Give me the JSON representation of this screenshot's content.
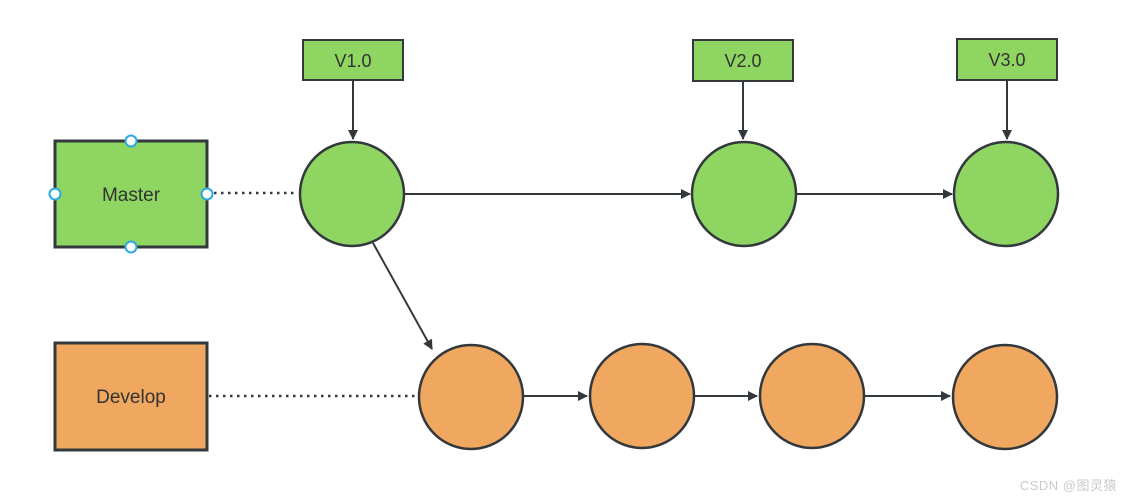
{
  "diagram": {
    "type": "git-branching-flow",
    "colors": {
      "master_fill": "#8ED661",
      "develop_fill": "#F0A860",
      "stroke": "#33383D",
      "text": "#333333",
      "handle_ring": "#2EA8E0",
      "background": "#FFFFFF",
      "watermark": "#C9C9C9"
    },
    "tags": [
      {
        "label": "V1.0"
      },
      {
        "label": "V2.0"
      },
      {
        "label": "V3.0"
      }
    ],
    "branches": [
      {
        "label": "Master"
      },
      {
        "label": "Develop"
      }
    ],
    "master_commit_count": 3,
    "develop_commit_count": 4,
    "watermark": "CSDN @图灵猿"
  }
}
